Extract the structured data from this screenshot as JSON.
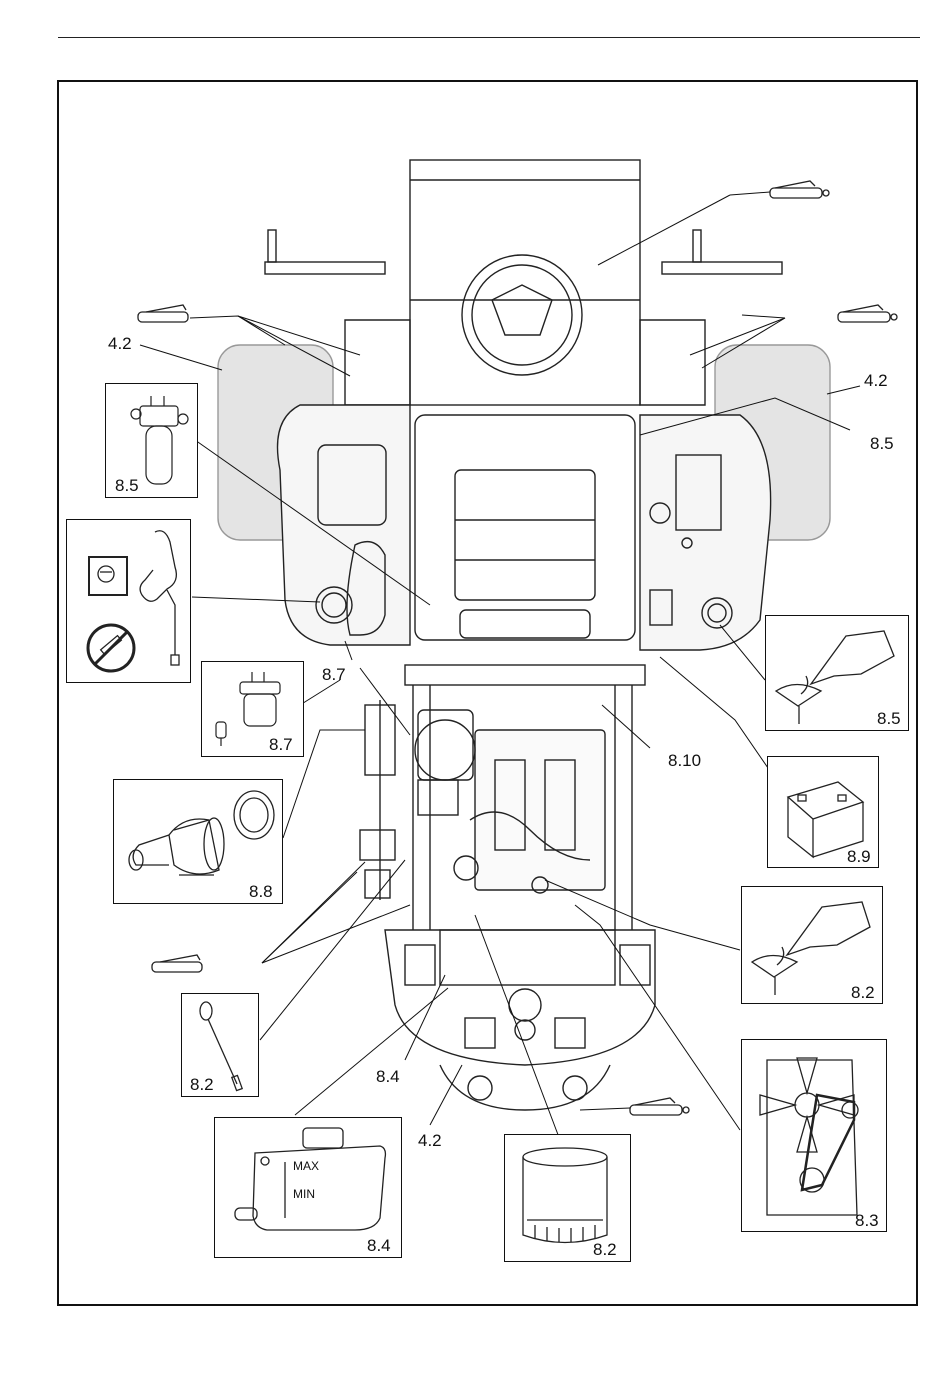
{
  "labels": {
    "l42_left": "4.2",
    "l42_right": "4.2",
    "l42_bottom": "4.2",
    "l85_right": "8.5",
    "l87_main": "8.7",
    "l810": "8.10",
    "l84_main": "8.4"
  },
  "insets": {
    "fuel_filter": "8.5",
    "fuel_separator": "8.7",
    "air_filter": "8.8",
    "dipstick": "8.2",
    "coolant_tank": "8.4",
    "oil_filter": "8.2",
    "belt_fan": "8.3",
    "oil_fill": "8.2",
    "battery": "8.9",
    "hydraulic_fill": "8.5",
    "coolant_tank_max": "MAX",
    "coolant_tank_min": "MIN"
  }
}
